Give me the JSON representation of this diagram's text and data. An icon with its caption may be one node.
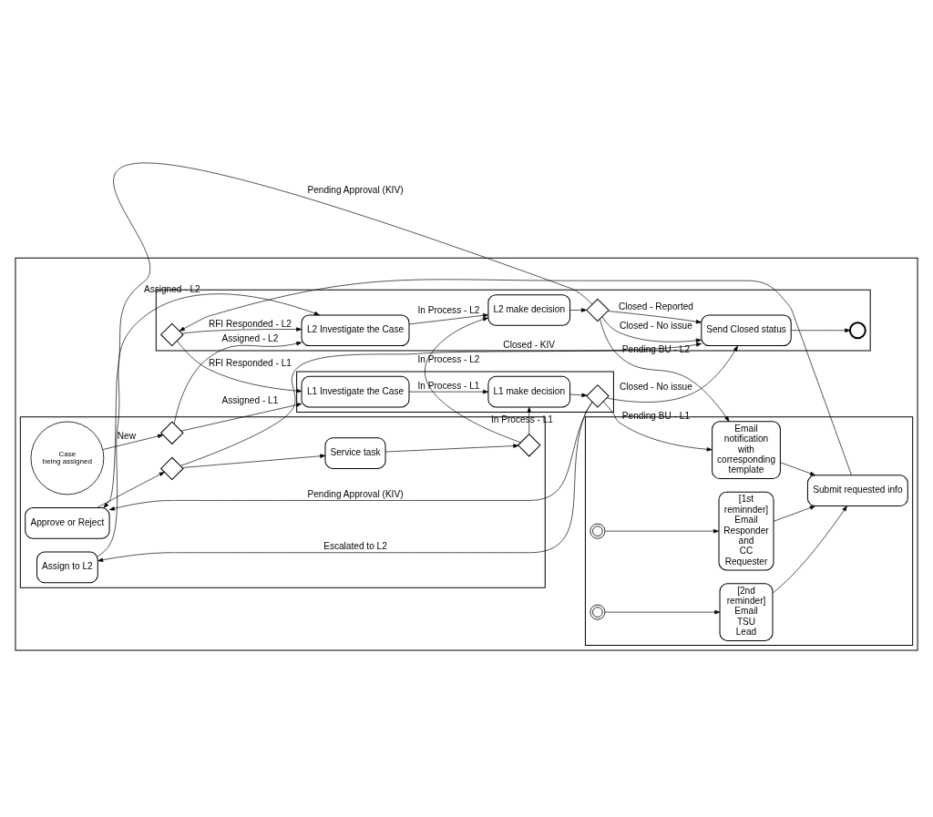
{
  "diagram": {
    "nodes": [
      {
        "text": [],
        "shape": "band"
      },
      {
        "text": [],
        "shape": "band",
        "in": 0
      },
      {
        "text": [],
        "shape": "band",
        "in": 0
      },
      {
        "text": [],
        "shape": "band",
        "in": 0
      },
      {
        "text": [],
        "shape": "band",
        "in": 0
      },
      {
        "text": [
          "L1 Investigate the Case"
        ],
        "in": 1
      },
      {
        "text": [
          "L1 make decision"
        ],
        "in": 1
      },
      {
        "text": [],
        "shape": "diamond",
        "in": 1
      },
      {
        "text": [
          "Case being assigned"
        ],
        "in": 2
      },
      {
        "text": [],
        "shape": "diamond",
        "in": 2
      },
      {
        "text": [
          "Assign to L2"
        ],
        "in": 2
      },
      {
        "text": [],
        "shape": "diamond",
        "in": 2
      },
      {
        "text": [
          "Service task"
        ],
        "in": 2
      },
      {
        "text": [
          "Approve or Reject"
        ],
        "in": 2
      },
      {
        "text": [],
        "shape": "diamond",
        "in": 2
      },
      {
        "text": [],
        "shape": "diamond",
        "in": 3
      },
      {
        "text": [
          "L2 Investigate the Case"
        ],
        "in": 3
      },
      {
        "text": [
          "L2 make decision"
        ],
        "in": 3
      },
      {
        "text": [],
        "shape": "diamond",
        "in": 3
      },
      {
        "text": [
          "Send Closed status"
        ],
        "in": 3
      },
      {
        "text": [],
        "shape": "circle",
        "in": 3
      },
      {
        "text": [
          "Email notification with corresponding template"
        ],
        "in": 4
      },
      {
        "text": [],
        "shape": "circle",
        "in": 4
      },
      {
        "text": [
          "[1st reminnder] Email Responder and CC Requester"
        ],
        "in": 4
      },
      {
        "text": [],
        "shape": "circle",
        "in": 4
      },
      {
        "text": [
          "[2nd reminder] Email TSU Lead"
        ],
        "in": 4
      },
      {
        "text": [
          "Submit requested info"
        ],
        "in": 4
      }
    ],
    "edges": [
      {
        "from": 15,
        "to": 5,
        "arrow": "to",
        "label": "RFI Responded - L1"
      },
      {
        "from": 5,
        "to": 6,
        "arrow": "to",
        "label": "In Process - L1"
      },
      {
        "from": 6,
        "to": 7,
        "arrow": "to"
      },
      {
        "from": 7,
        "to": 21,
        "arrow": "to",
        "label": "Pending BU - L1"
      },
      {
        "from": 7,
        "to": 10,
        "arrow": "to",
        "label": "Escalated to L2"
      },
      {
        "from": 7,
        "to": 13,
        "arrow": "to",
        "label": "Pending Approval (KIV)"
      },
      {
        "from": 7,
        "to": 19,
        "arrow": "to",
        "label": "Closed - No issue"
      },
      {
        "from": 8,
        "to": 9,
        "arrow": "to",
        "label": "New"
      },
      {
        "from": 9,
        "to": 5,
        "arrow": "to",
        "label": "Assigned - L1"
      },
      {
        "from": 9,
        "to": 16,
        "arrow": "to",
        "label": "Assigned - L2"
      },
      {
        "from": 10,
        "to": 16,
        "arrow": "to",
        "label": "Assigned - L2"
      },
      {
        "from": 12,
        "to": 11,
        "arrow": "to"
      },
      {
        "from": 11,
        "to": 6,
        "arrow": "to",
        "label": "In Process - L1"
      },
      {
        "from": 11,
        "to": 17,
        "arrow": "to",
        "label": "In Process - L2"
      },
      {
        "from": 13,
        "to": 14,
        "arrow": "to"
      },
      {
        "from": 14,
        "to": 12,
        "arrow": "to"
      },
      {
        "from": 14,
        "to": 19,
        "arrow": "to",
        "label": "Closed - KIV"
      },
      {
        "from": 15,
        "to": 16,
        "arrow": "to",
        "label": "RFI Responded - L2"
      },
      {
        "from": 16,
        "to": 17,
        "arrow": "to",
        "label": "In Process - L2"
      },
      {
        "from": 17,
        "to": 18,
        "arrow": "to"
      },
      {
        "from": 18,
        "to": 19,
        "arrow": "to",
        "label": "Closed - No issue"
      },
      {
        "from": 18,
        "to": 19,
        "arrow": "to",
        "label": "Closed - Reported"
      },
      {
        "from": 18,
        "to": 13,
        "arrow": "to",
        "label": "Pending Approval (KIV)"
      },
      {
        "from": 18,
        "to": 21,
        "arrow": "to",
        "label": "Pending BU - L2"
      },
      {
        "from": 19,
        "to": 20,
        "arrow": "to"
      },
      {
        "from": 21,
        "to": 26,
        "arrow": "to"
      },
      {
        "from": 22,
        "to": 23,
        "arrow": "to"
      },
      {
        "from": 23,
        "to": 26,
        "arrow": "to"
      },
      {
        "from": 24,
        "to": 25,
        "arrow": "to"
      },
      {
        "from": 25,
        "to": 26,
        "arrow": "to"
      },
      {
        "from": 26,
        "to": 15,
        "arrow": "to"
      }
    ]
  }
}
